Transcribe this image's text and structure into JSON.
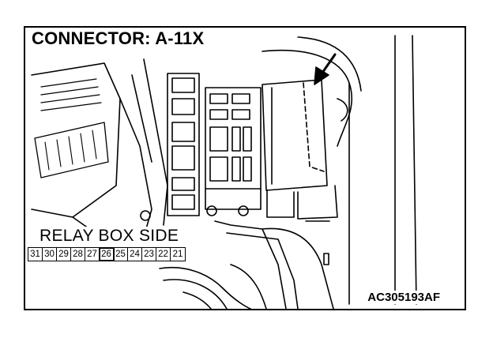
{
  "title": "CONNECTOR: A-11X",
  "relay_label": "RELAY BOX SIDE",
  "pins": [
    "31",
    "30",
    "29",
    "28",
    "27",
    "26",
    "25",
    "24",
    "23",
    "22",
    "21"
  ],
  "highlighted_pin": "26",
  "figure_code": "AC305193AF"
}
